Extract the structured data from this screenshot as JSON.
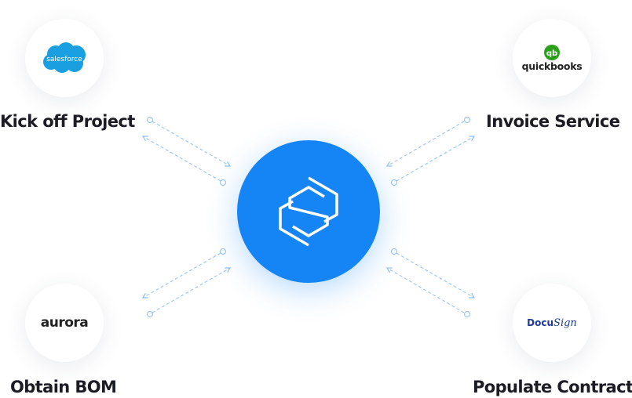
{
  "hub": {
    "icon": "stacksync-s-logo-icon",
    "color": "#1584f5"
  },
  "integrations": [
    {
      "id": "salesforce",
      "logo_text": "salesforce",
      "action": "Kick off Project",
      "icon": "salesforce-cloud-icon",
      "color": "#1a9fe0"
    },
    {
      "id": "quickbooks",
      "logo_text": "quickbooks",
      "logo_mark": "qb",
      "action": "Invoice Service",
      "icon": "quickbooks-logo-icon",
      "color": "#2ca01c"
    },
    {
      "id": "aurora",
      "logo_text": "aurora",
      "action": "Obtain BOM",
      "icon": "aurora-logo-icon"
    },
    {
      "id": "docusign",
      "logo_text_docu": "Docu",
      "logo_text_sign": "Sign",
      "action": "Populate Contract",
      "icon": "docusign-logo-icon",
      "color": "#1f3a93"
    }
  ],
  "connector_color": "#a8cdf7"
}
